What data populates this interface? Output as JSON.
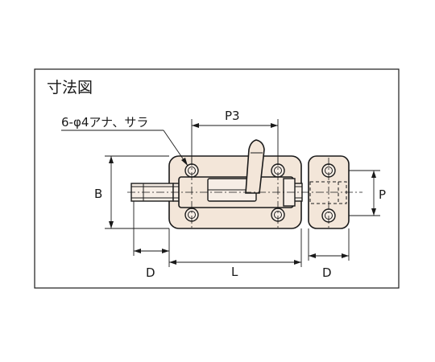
{
  "title": "寸法図",
  "note": "6-φ4アナ、サラ",
  "dimensions": {
    "p3": "P3",
    "b": "B",
    "p": "P",
    "d_left": "D",
    "l": "L",
    "d_right": "D"
  },
  "colors": {
    "part_fill": "#f3e6d9",
    "line": "#1a1a1a",
    "background": "#ffffff"
  }
}
